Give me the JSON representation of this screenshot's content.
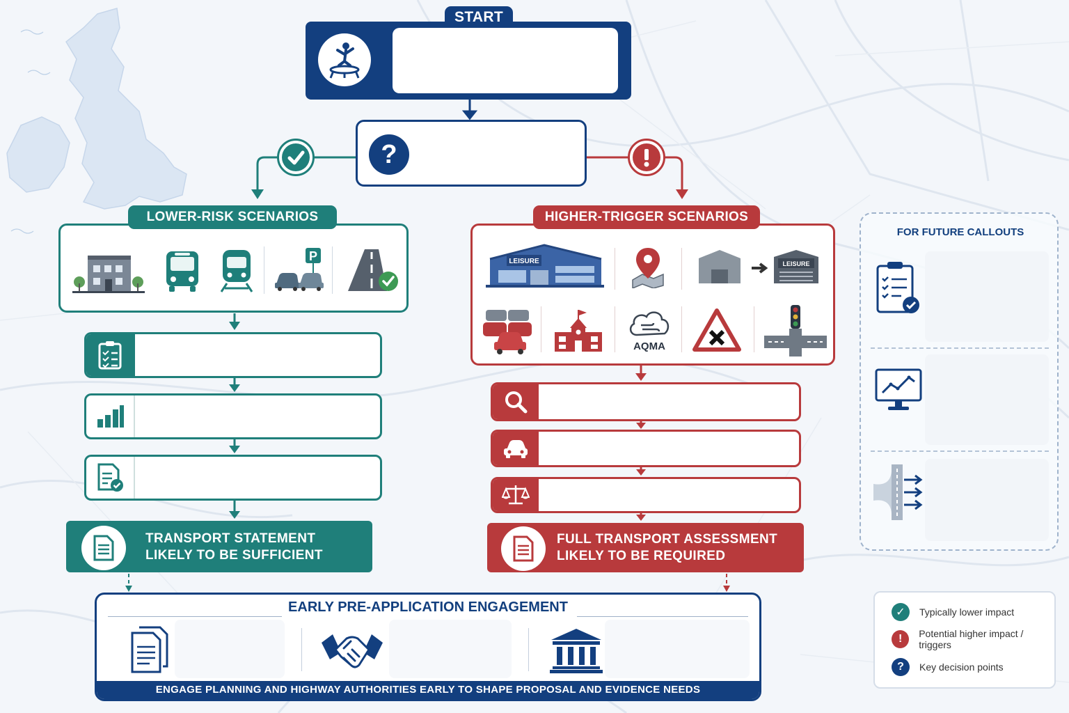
{
  "start": {
    "label": "START"
  },
  "lower": {
    "title": "LOWER-RISK SCENARIOS",
    "outcome_line1": "TRANSPORT STATEMENT",
    "outcome_line2": "LIKELY TO BE SUFFICIENT"
  },
  "higher": {
    "title": "HIGHER-TRIGGER SCENARIOS",
    "leisure_sign": "LEISURE",
    "aqma_label": "AQMA",
    "outcome_line1": "FULL TRANSPORT ASSESSMENT",
    "outcome_line2": "LIKELY TO BE REQUIRED"
  },
  "callouts": {
    "title": "FOR FUTURE CALLOUTS"
  },
  "engagement": {
    "title": "EARLY PRE-APPLICATION ENGAGEMENT",
    "footer": "ENGAGE PLANNING AND HIGHWAY AUTHORITIES EARLY TO SHAPE PROPOSAL AND EVIDENCE NEEDS"
  },
  "parking_sign": "P",
  "legend": {
    "items": [
      {
        "label": "Typically lower impact"
      },
      {
        "label": "Potential higher impact / triggers"
      },
      {
        "label": "Key decision points"
      }
    ]
  },
  "colors": {
    "teal": "#1f7f7a",
    "red": "#b83a3c",
    "navy": "#133f7f"
  }
}
